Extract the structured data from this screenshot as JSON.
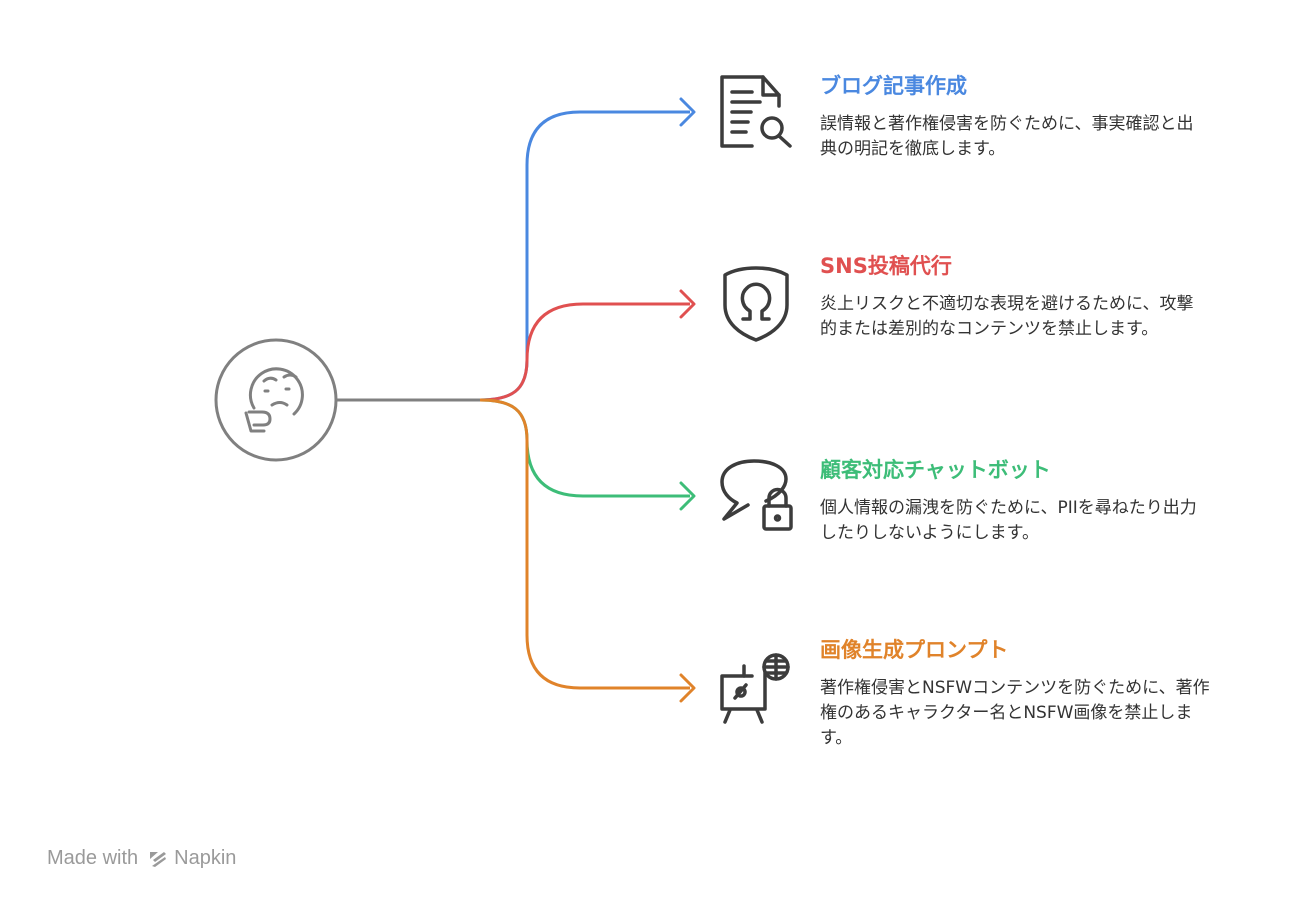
{
  "colors": {
    "hub": "#808080",
    "icon_stroke": "#3c3c3c",
    "footer": "#9a9a9a"
  },
  "hub": {
    "icon": "thinking-face-icon"
  },
  "branches": [
    {
      "title": "ブログ記事作成",
      "description": "誤情報と著作権侵害を防ぐために、事実確認と出典の明記を徹底します。",
      "color": "#4a88e0",
      "icon": "document-search-icon"
    },
    {
      "title": "SNS投稿代行",
      "description": "炎上リスクと不適切な表現を避けるために、攻撃的または差別的なコンテンツを禁止します。",
      "color": "#e05050",
      "icon": "shield-omega-icon"
    },
    {
      "title": "顧客対応チャットボット",
      "description": "個人情報の漏洩を防ぐために、PIIを尋ねたり出力したりしないようにします。",
      "color": "#3dbd78",
      "icon": "chat-lock-icon"
    },
    {
      "title": "画像生成プロンプト",
      "description": "著作権侵害とNSFWコンテンツを防ぐために、著作権のあるキャラクター名とNSFW画像を禁止します。",
      "color": "#e0832a",
      "icon": "easel-grid-icon"
    }
  ],
  "footer": {
    "made_with": "Made with",
    "brand": "Napkin",
    "icon": "napkin-logo-icon"
  }
}
